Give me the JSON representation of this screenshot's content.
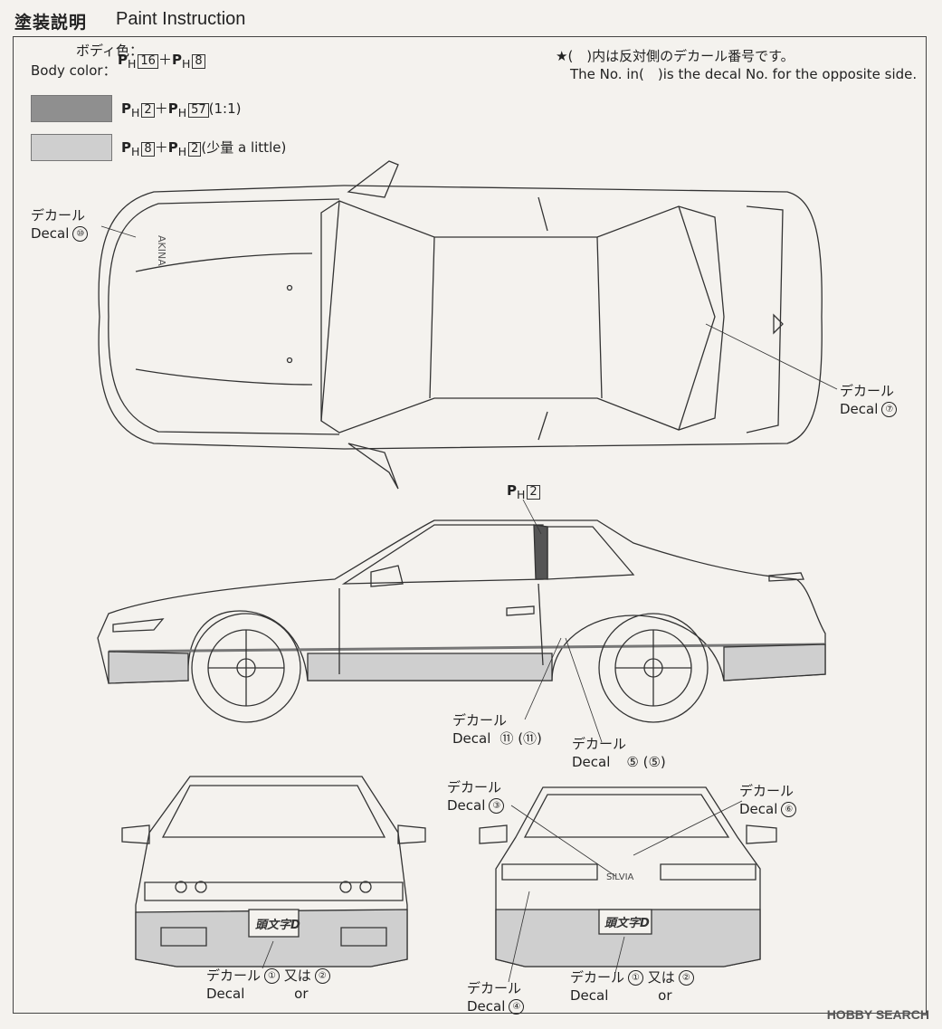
{
  "header": {
    "title_jp": "塗装説明",
    "title_en": "Paint Instruction"
  },
  "body_color": {
    "label_jp": "ボディ色：",
    "label_en": "Body color：",
    "formula": {
      "a": "16",
      "plus": "＋",
      "b": "8"
    }
  },
  "swatches": [
    {
      "color": "#8f8f8f",
      "a": "2",
      "b": "57",
      "note": "(1:1)"
    },
    {
      "color": "#cfcfcf",
      "a": "8",
      "b": "2",
      "note": "(少量 a little)"
    }
  ],
  "note": {
    "jp": "★(　)内は反対側のデカール番号です。",
    "en": "The No. in(　)is the decal No. for the opposite side."
  },
  "ph_prefix": "P",
  "ph_sub": "H",
  "decal_jp": "デカール",
  "decal_en": "Decal",
  "callouts": {
    "top_left": {
      "num": "⑩"
    },
    "top_right": {
      "num": "⑦"
    },
    "pillar": {
      "code": "2"
    },
    "side_11": {
      "num": "⑪",
      "alt": "(⑪)"
    },
    "side_5": {
      "num": "⑤",
      "alt": "(⑤)"
    },
    "rear_3": {
      "num": "③"
    },
    "rear_6": {
      "num": "⑥"
    },
    "front_1": {
      "num": "①",
      "or_jp": "又は",
      "or_en": "or",
      "alt": "②"
    },
    "rear_4": {
      "num": "④"
    },
    "rear_1": {
      "num": "①",
      "or_jp": "又は",
      "or_en": "or",
      "alt": "②"
    }
  },
  "icons": [
    "car-top-view",
    "car-side-view",
    "car-front-view",
    "car-rear-view",
    "wheel-icon"
  ],
  "watermark": "HOBBY SEARCH"
}
